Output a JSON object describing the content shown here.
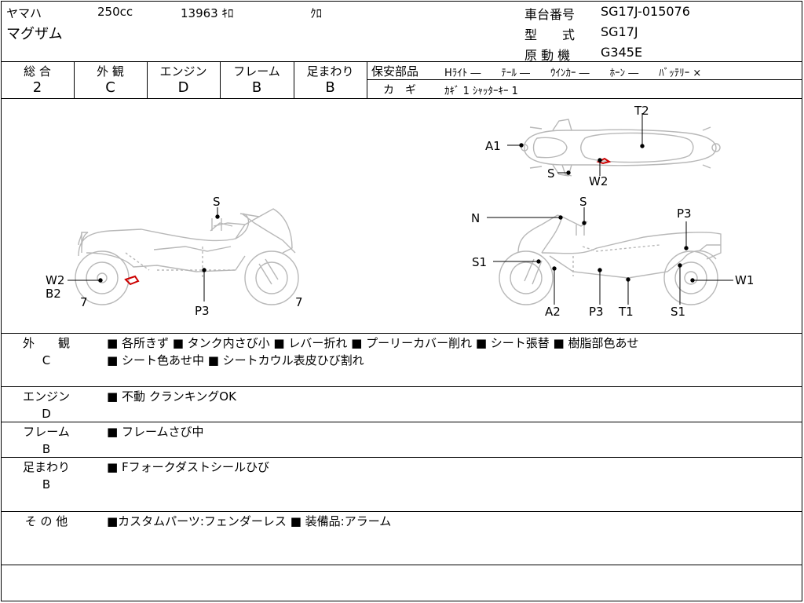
{
  "header": {
    "maker": "ヤマハ",
    "displacement": "250cc",
    "mileage": "13963 ｷﾛ",
    "color": "ｸﾛ",
    "model": "マグザム",
    "frame_no_label": "車台番号",
    "frame_no": "SG17J-015076",
    "type_label": "型　　式",
    "type": "SG17J",
    "engine_label": "原 動 機",
    "engine_code": "G345E"
  },
  "grades": [
    {
      "label": "総 合",
      "value": "2"
    },
    {
      "label": "外 観",
      "value": "C"
    },
    {
      "label": "エンジン",
      "value": "D"
    },
    {
      "label": "フレーム",
      "value": "B"
    },
    {
      "label": "足まわり",
      "value": "B"
    }
  ],
  "safety": {
    "label": "保安部品",
    "items": "Hﾗｲﾄ ―　　ﾃｰﾙ ―　　ｳｲﾝｶｰ ―　　ﾎｰﾝ ―　　ﾊﾞｯﾃﾘｰ ×",
    "key_label": "カ　ギ",
    "key_value": "ｶｷﾞ 1  ｼｬｯﾀｰｷｰ 1"
  },
  "diagram_labels": {
    "t2": "T2",
    "a1_top": "A1",
    "s_top": "S",
    "w2_top": "W2",
    "s_left": "S",
    "w2_left": "W2",
    "b2_left": "B2",
    "seven_a": "7",
    "p3_left": "P3",
    "seven_b": "7",
    "n_right": "N",
    "s_right": "S",
    "p3_right_top": "P3",
    "s1_right": "S1",
    "w1_right": "W1",
    "a2_right": "A2",
    "p3_right_bottom": "P3",
    "t1_right": "T1",
    "s1_right_bottom": "S1"
  },
  "conditions": [
    {
      "title": "外　　観",
      "grade": "C",
      "lines": [
        "■ 各所きず ■ タンク内さび小 ■ レバー折れ ■ プーリーカバー削れ ■ シート張替 ■ 樹脂部色あせ",
        "■ シート色あせ中 ■ シートカウル表皮ひび割れ"
      ]
    },
    {
      "title": "エンジン",
      "grade": "D",
      "lines": [
        "■ 不動 クランキングOK"
      ]
    },
    {
      "title": "フレーム",
      "grade": "B",
      "lines": [
        "■ フレームさび中"
      ]
    },
    {
      "title": "足まわり",
      "grade": "B",
      "lines": [
        "■ Fフォークダストシールひび"
      ]
    },
    {
      "title": "そ の 他",
      "grade": "",
      "lines": [
        "■カスタムパーツ:フェンダーレス ■ 装備品:アラーム"
      ]
    }
  ]
}
